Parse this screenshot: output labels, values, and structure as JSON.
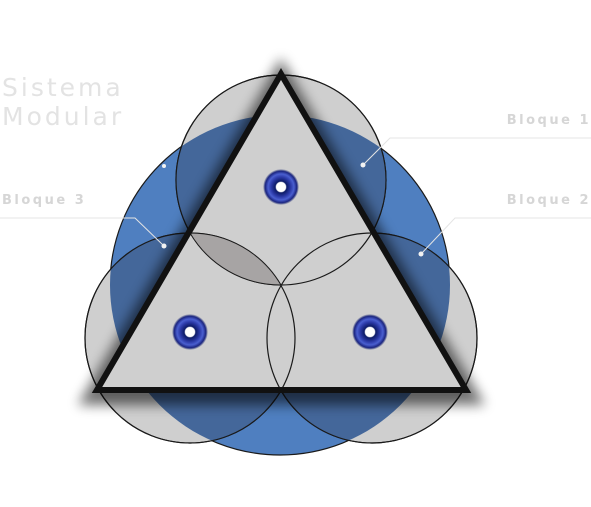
{
  "title": {
    "line1": "Sistema",
    "line2": "Modular"
  },
  "callouts": {
    "bloque1": "Bloque 1",
    "bloque2": "Bloque 2",
    "bloque3": "Bloque 3"
  },
  "colors": {
    "blue": "#4f7fc0",
    "blue_overlap": "#44679a",
    "gray": "#cfcfcf",
    "gray_overlap": "#a7a4a4",
    "outline": "#111111",
    "leader": "#e4e4e4",
    "node_dark": "#0c1a66",
    "node_mid": "#3a4fc0"
  },
  "nodes": [
    {
      "name": "top-node"
    },
    {
      "name": "bottom-left-node"
    },
    {
      "name": "bottom-right-node"
    }
  ]
}
